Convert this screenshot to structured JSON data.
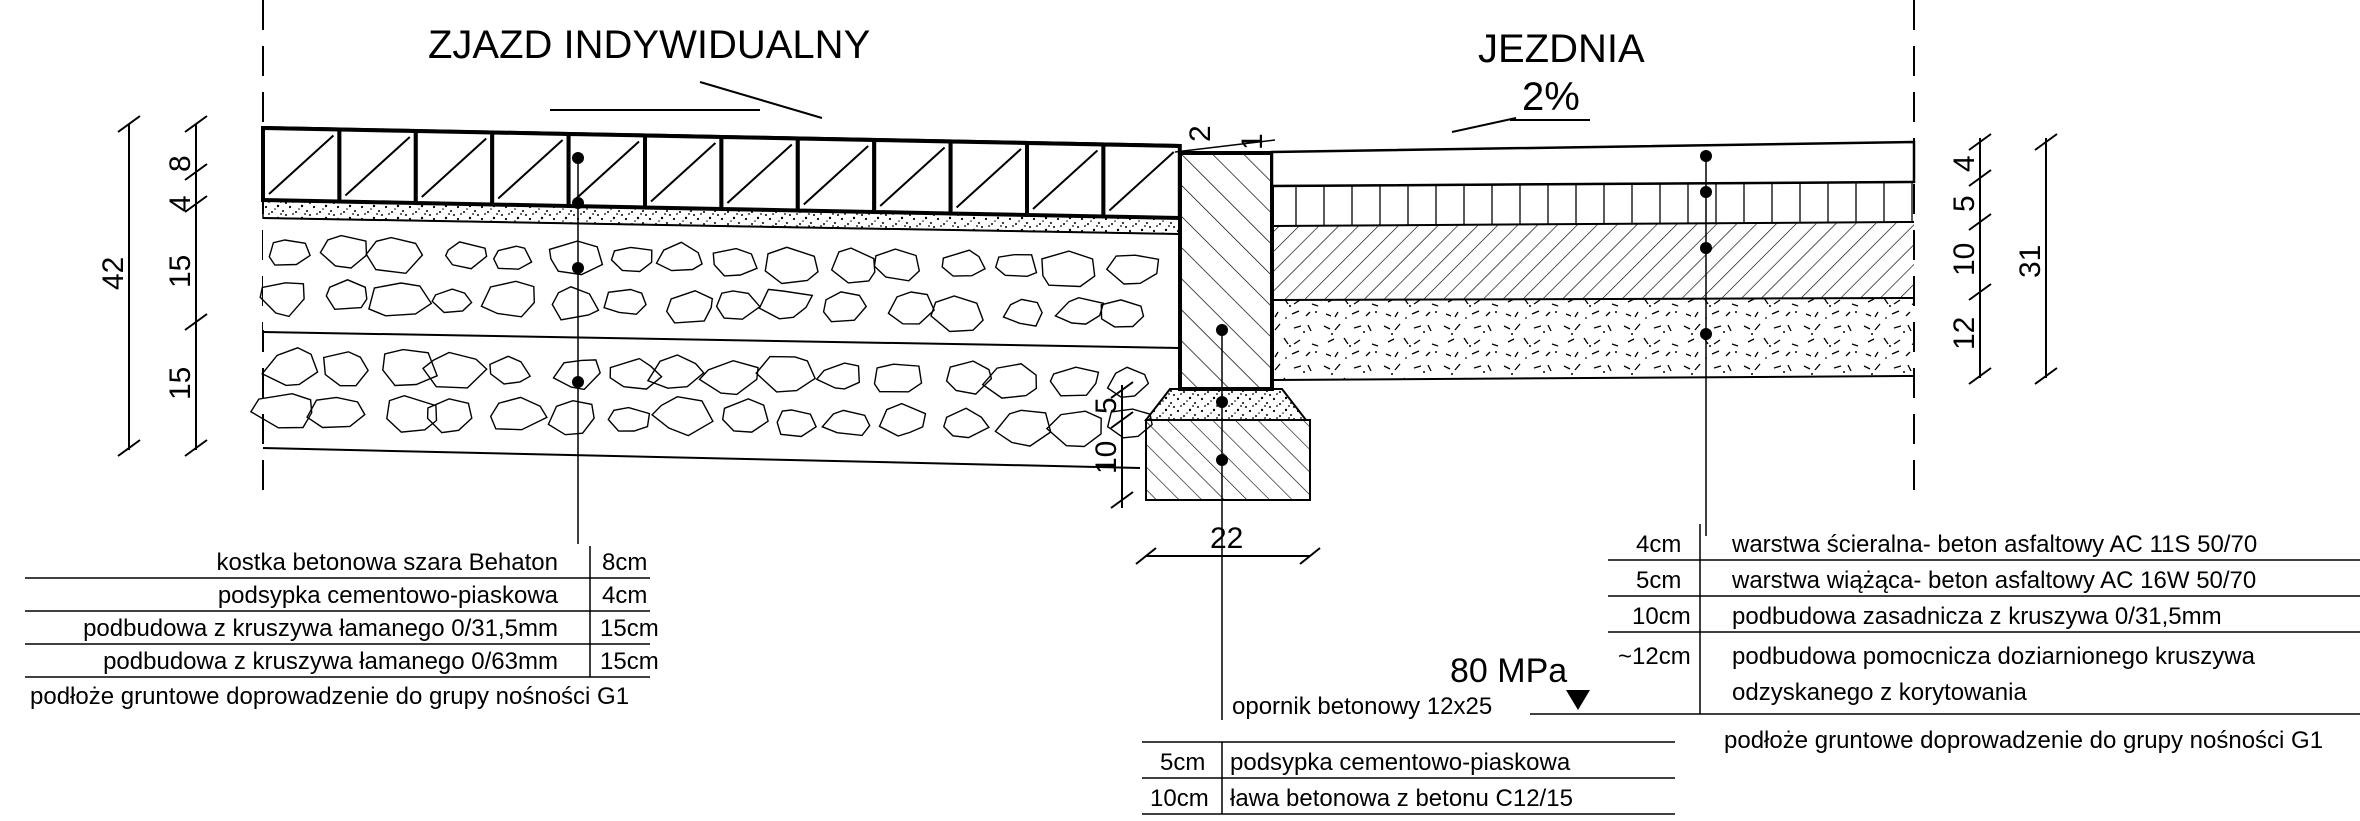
{
  "titles": {
    "left": "ZJAZD INDYWIDUALNY",
    "right": "JEZDNIA",
    "slope": "2%"
  },
  "dims_left": {
    "total": "42",
    "layers": [
      "8",
      "4",
      "15",
      "15"
    ]
  },
  "dims_right": {
    "total": "31",
    "layers": [
      "4",
      "5",
      "10",
      "12"
    ]
  },
  "dims_curb": {
    "top_a": "2",
    "top_b": "1",
    "below_a": "5",
    "below_b": "10",
    "width": "22"
  },
  "bearing_value": "80 MPa",
  "legend_left": {
    "rows": [
      {
        "name": "kostka betonowa szara Behaton",
        "thickness": "8cm"
      },
      {
        "name": "podsypka cementowo-piaskowa",
        "thickness": "4cm"
      },
      {
        "name": "podbudowa z kruszywa łamanego 0/31,5mm",
        "thickness": "15cm"
      },
      {
        "name": "podbudowa z kruszywa łamanego 0/63mm",
        "thickness": "15cm"
      }
    ],
    "subgrade": "podłoże gruntowe doprowadzenie do grupy nośności G1"
  },
  "legend_right": {
    "rows": [
      {
        "thickness": "4cm",
        "name": "warstwa ścieralna- beton asfaltowy AC 11S 50/70"
      },
      {
        "thickness": "5cm",
        "name": "warstwa wiążąca- beton asfaltowy AC 16W 50/70"
      },
      {
        "thickness": "10cm",
        "name": "podbudowa zasadnicza z kruszywa 0/31,5mm"
      },
      {
        "thickness": "~12cm",
        "name": "podbudowa pomocnicza doziarnionego kruszywa",
        "name2": "odzyskanego z korytowania"
      }
    ],
    "subgrade": "podłoże gruntowe doprowadzenie do grupy nośności G1"
  },
  "legend_curb": {
    "title": "opornik betonowy 12x25",
    "rows": [
      {
        "thickness": "5cm",
        "name": "podsypka cementowo-piaskowa"
      },
      {
        "thickness": "10cm",
        "name": "ława betonowa z betonu C12/15"
      }
    ]
  }
}
